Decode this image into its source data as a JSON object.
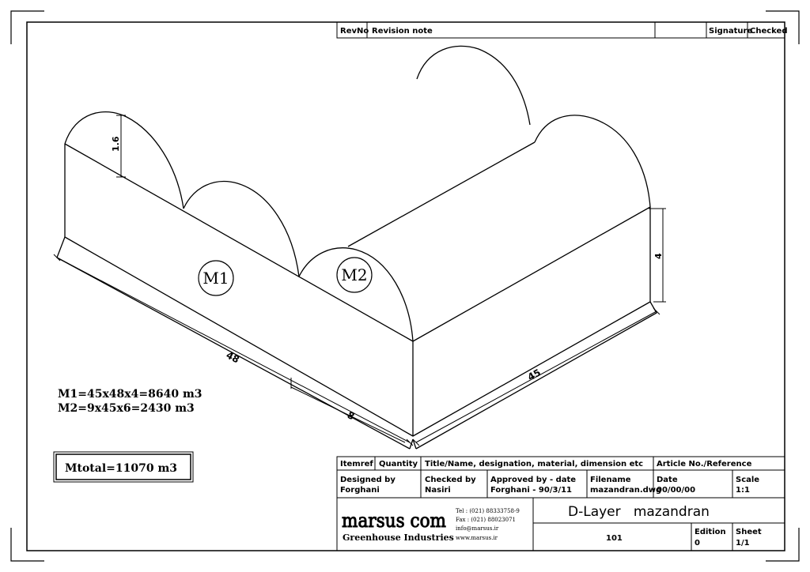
{
  "revision_block": {
    "revno_label": "RevNo",
    "revision_note_label": "Revision note",
    "signature_label": "Signature",
    "checked_label": "Checked"
  },
  "drawing": {
    "labels": {
      "m1": "M1",
      "m2": "M2"
    },
    "dimensions": {
      "arc_height": "1.6",
      "wall_height": "4",
      "length_48": "48",
      "width_45": "45",
      "span_8": "8"
    },
    "calculations": [
      "M1=45x48x4=8640  m3",
      "M2=9x45x6=2430  m3"
    ],
    "total": "Mtotal=11070  m3"
  },
  "title_block": {
    "itemref_label": "Itemref",
    "quantity_label": "Quantity",
    "title_label": "Title/Name, designation, material, dimension etc",
    "article_label": "Article No./Reference",
    "designed_by_label": "Designed by",
    "designed_by_value": "Forghani",
    "checked_by_label": "Checked by",
    "checked_by_value": "Nasiri",
    "approved_label": "Approved by - date",
    "approved_value": "Forghani - 90/3/11",
    "filename_label": "Filename",
    "filename_value": "mazandran.dwg",
    "date_label": "Date",
    "date_value": "00/00/00",
    "scale_label": "Scale",
    "scale_value": "1:1",
    "company_logo": "marsus com",
    "company_name": "Greenhouse Industries",
    "tel": "Tel : (021) 88333758-9",
    "fax": "Fax : (021) 88023071",
    "email": "info@marsus.ir",
    "web": "www.marsus.ir",
    "drawing_title": "D-Layer   mazandran",
    "drawing_number": "101",
    "edition_label": "Edition",
    "edition_value": "0",
    "sheet_label": "Sheet",
    "sheet_value": "1/1"
  }
}
